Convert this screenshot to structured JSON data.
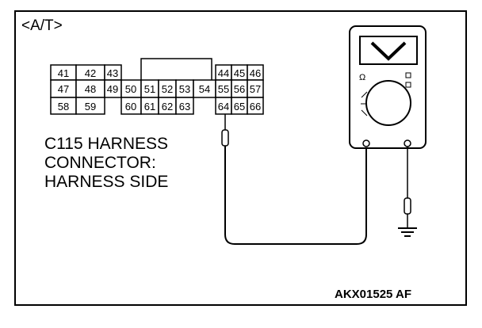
{
  "diagram": {
    "section_label": "<A/T>",
    "caption_lines": [
      "C115 HARNESS",
      "CONNECTOR:",
      "HARNESS SIDE"
    ],
    "reference_code": "AKX01525 AF",
    "connector": {
      "pins": [
        "41",
        "42",
        "43",
        "44",
        "45",
        "46",
        "47",
        "48",
        "49",
        "50",
        "51",
        "52",
        "53",
        "54",
        "55",
        "56",
        "57",
        "58",
        "59",
        "60",
        "61",
        "62",
        "63",
        "64",
        "65",
        "66"
      ],
      "probed_pin": "64"
    },
    "meter": {
      "display_symbol": "V",
      "mode_glyph": "Ω"
    }
  }
}
